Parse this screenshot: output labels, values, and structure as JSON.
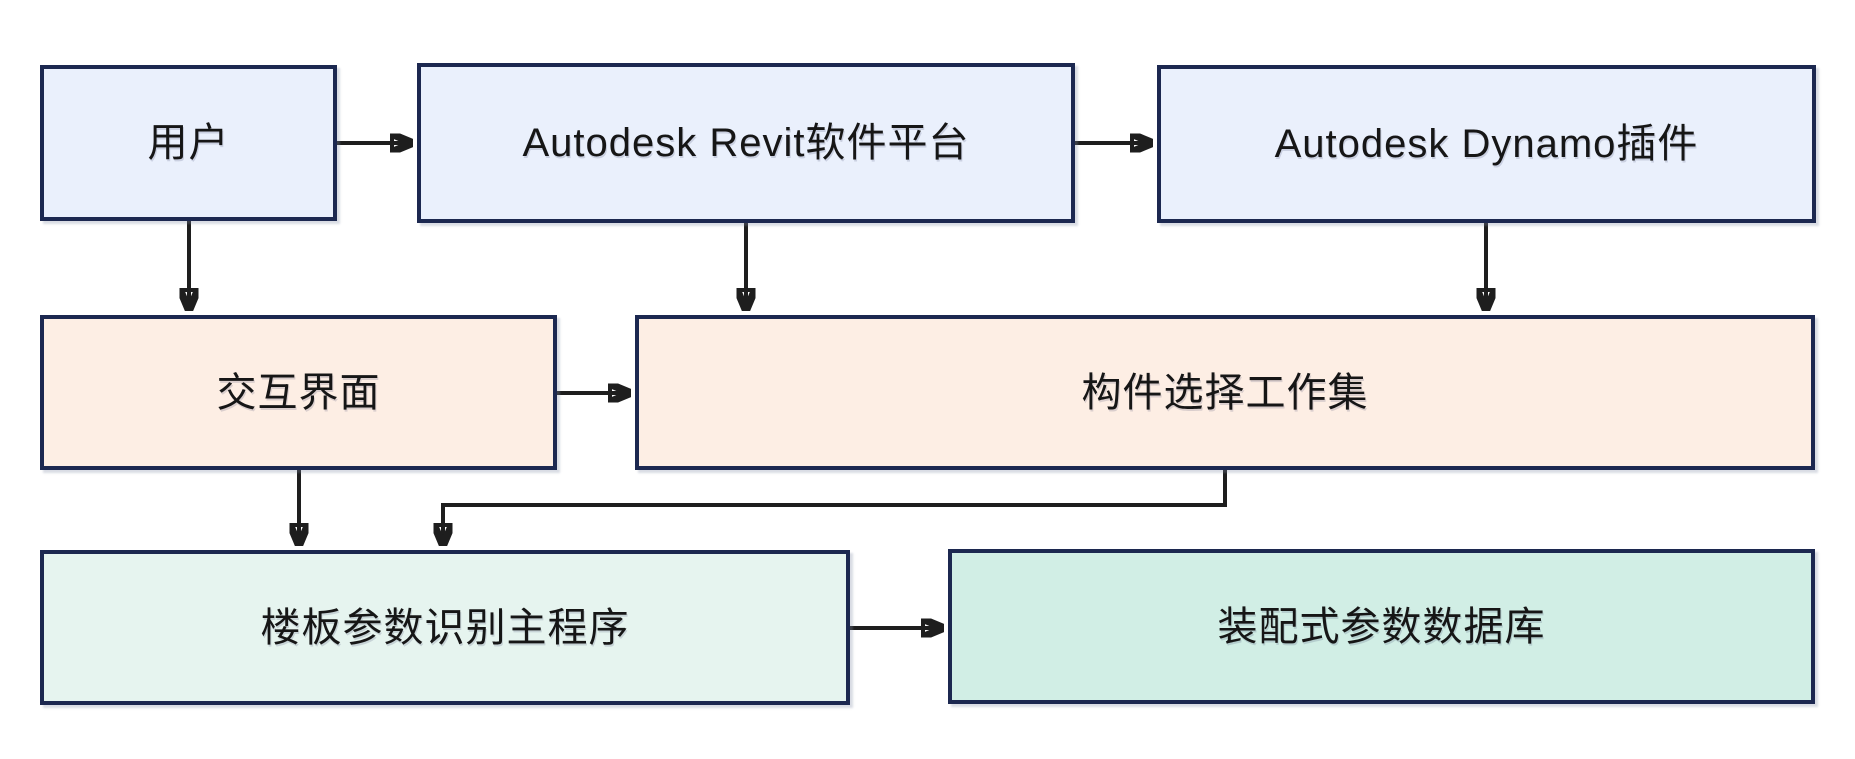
{
  "diagram": {
    "type": "flowchart",
    "background": "#ffffff",
    "nodes": [
      {
        "id": "user",
        "label": "用户",
        "fill": "#eaf0fc",
        "row": 1
      },
      {
        "id": "revit",
        "label": "Autodesk Revit软件平台",
        "fill": "#eaf0fc",
        "row": 1
      },
      {
        "id": "dynamo",
        "label": "Autodesk Dynamo插件",
        "fill": "#eaf0fc",
        "row": 1
      },
      {
        "id": "ui",
        "label": "交互界面",
        "fill": "#fdeee4",
        "row": 2
      },
      {
        "id": "workset",
        "label": "构件选择工作集",
        "fill": "#fdeee4",
        "row": 2
      },
      {
        "id": "main_program",
        "label": "楼板参数识别主程序",
        "fill": "#e6f4ef",
        "row": 3
      },
      {
        "id": "database",
        "label": "装配式参数数据库",
        "fill": "#d1eee5",
        "row": 3
      }
    ],
    "edges": [
      {
        "from": "user",
        "to": "revit",
        "style": "straight"
      },
      {
        "from": "revit",
        "to": "dynamo",
        "style": "straight"
      },
      {
        "from": "user",
        "to": "ui",
        "style": "straight"
      },
      {
        "from": "revit",
        "to": "workset",
        "style": "straight"
      },
      {
        "from": "dynamo",
        "to": "workset",
        "style": "straight"
      },
      {
        "from": "ui",
        "to": "workset",
        "style": "straight"
      },
      {
        "from": "ui",
        "to": "main_program",
        "style": "straight"
      },
      {
        "from": "workset",
        "to": "main_program",
        "style": "elbow"
      },
      {
        "from": "main_program",
        "to": "database",
        "style": "straight"
      }
    ],
    "colors": {
      "border": "#1c2850",
      "arrow": "#1e1e1e",
      "row1_fill": "#eaf0fc",
      "row2_fill": "#fdeee4",
      "main_program_fill": "#e6f4ef",
      "database_fill": "#d1eee5",
      "text": "#161616"
    }
  }
}
